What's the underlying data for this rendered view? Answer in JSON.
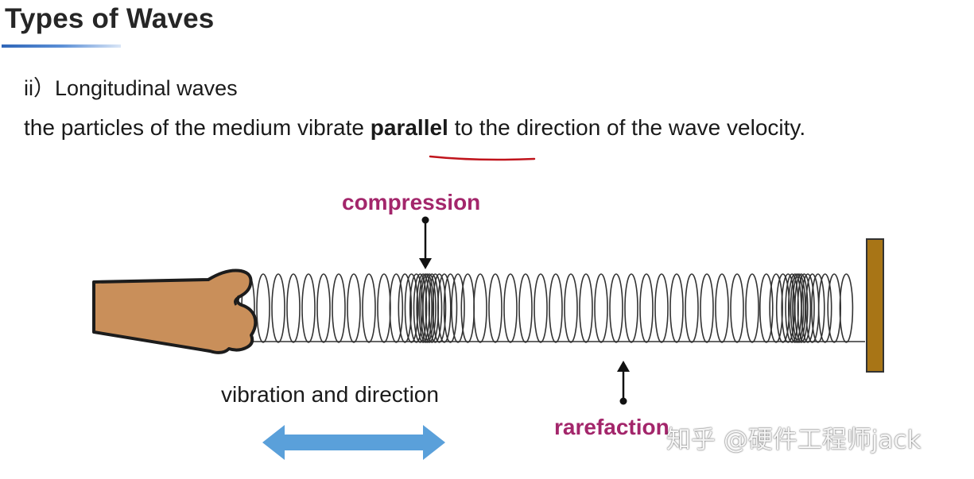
{
  "title": "Types of Waves",
  "subtitle": "ii）Longitudinal waves",
  "definition": {
    "before": "the particles of the medium vibrate ",
    "emphasis": "parallel",
    "after": " to the direction of the wave velocity."
  },
  "diagram": {
    "compression_label": "compression",
    "rarefaction_label": "rarefaction",
    "vibration_label": "vibration and direction"
  },
  "watermark": "知乎 @硬件工程师jack",
  "colors": {
    "label_accent": "#a3266b",
    "hand": "#c98f5a",
    "wall": "#a87516",
    "double_arrow": "#5aa0da",
    "underline_red": "#c0141c",
    "title_underline": "#2f66b8"
  }
}
